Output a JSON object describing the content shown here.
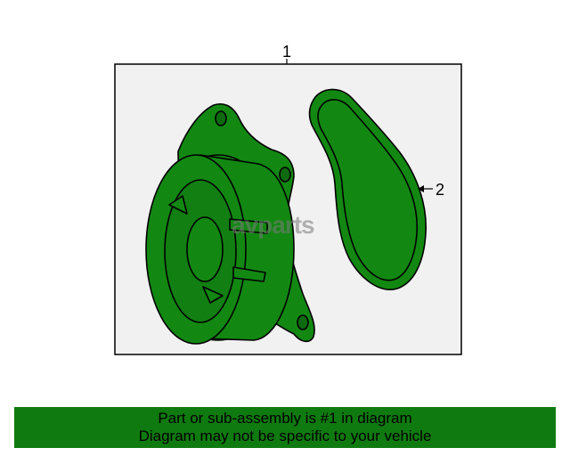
{
  "diagram": {
    "callouts": [
      {
        "id": "1"
      },
      {
        "id": "2"
      }
    ],
    "watermark": "avparts"
  },
  "banner": {
    "line1": "Part or sub-assembly is #1 in diagram",
    "line2": "Diagram may not be specific to your vehicle",
    "color": "#0f7a0f"
  },
  "colors": {
    "part_fill": "#128812",
    "panel_fill": "#f1f1f1",
    "outline": "#000000"
  }
}
